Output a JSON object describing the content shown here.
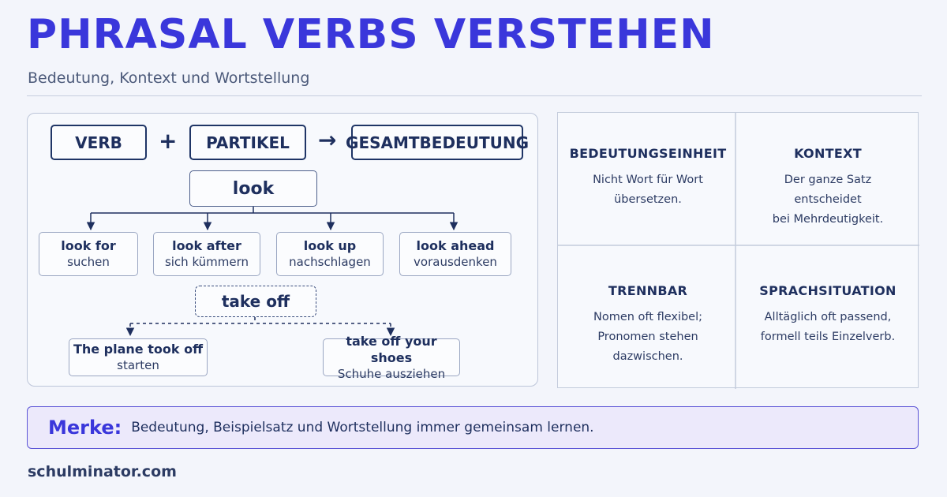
{
  "header": {
    "title": "PHRASAL VERBS VERSTEHEN",
    "subtitle": "Bedeutung, Kontext und Wortstellung"
  },
  "formula": {
    "verb": "VERB",
    "plus": "+",
    "particle": "PARTIKEL",
    "arrow": "→",
    "result": "GESAMTBEDEUTUNG"
  },
  "look_tree": {
    "root": "look",
    "children": [
      {
        "phrase": "look for",
        "meaning": "suchen"
      },
      {
        "phrase": "look after",
        "meaning": "sich kümmern"
      },
      {
        "phrase": "look up",
        "meaning": "nachschlagen"
      },
      {
        "phrase": "look ahead",
        "meaning": "vorausdenken"
      }
    ]
  },
  "takeoff_tree": {
    "root": "take off",
    "children": [
      {
        "phrase": "The plane took off",
        "meaning": "starten"
      },
      {
        "phrase": "take off your shoes",
        "meaning": "Schuhe ausziehen"
      }
    ]
  },
  "info_grid": [
    {
      "title": "BEDEUTUNGSEINHEIT",
      "lines": [
        "Nicht Wort für Wort",
        "übersetzen."
      ]
    },
    {
      "title": "KONTEXT",
      "lines": [
        "Der ganze Satz entscheidet",
        "bei Mehrdeutigkeit."
      ]
    },
    {
      "title": "TRENNBAR",
      "lines": [
        "Nomen oft flexibel;",
        "Pronomen stehen dazwischen."
      ]
    },
    {
      "title": "SPRACHSITUATION",
      "lines": [
        "Alltäglich oft passend,",
        "formell teils Einzelverb."
      ]
    }
  ],
  "merke": {
    "label": "Merke:",
    "text": "Bedeutung, Beispielsatz und Wortstellung immer gemeinsam lernen."
  },
  "footer": "schulminator.com",
  "colors": {
    "accent": "#3a37db",
    "navy": "#1e2f5e",
    "merke_bg": "#ece9fb",
    "background": "#f3f5fb"
  }
}
